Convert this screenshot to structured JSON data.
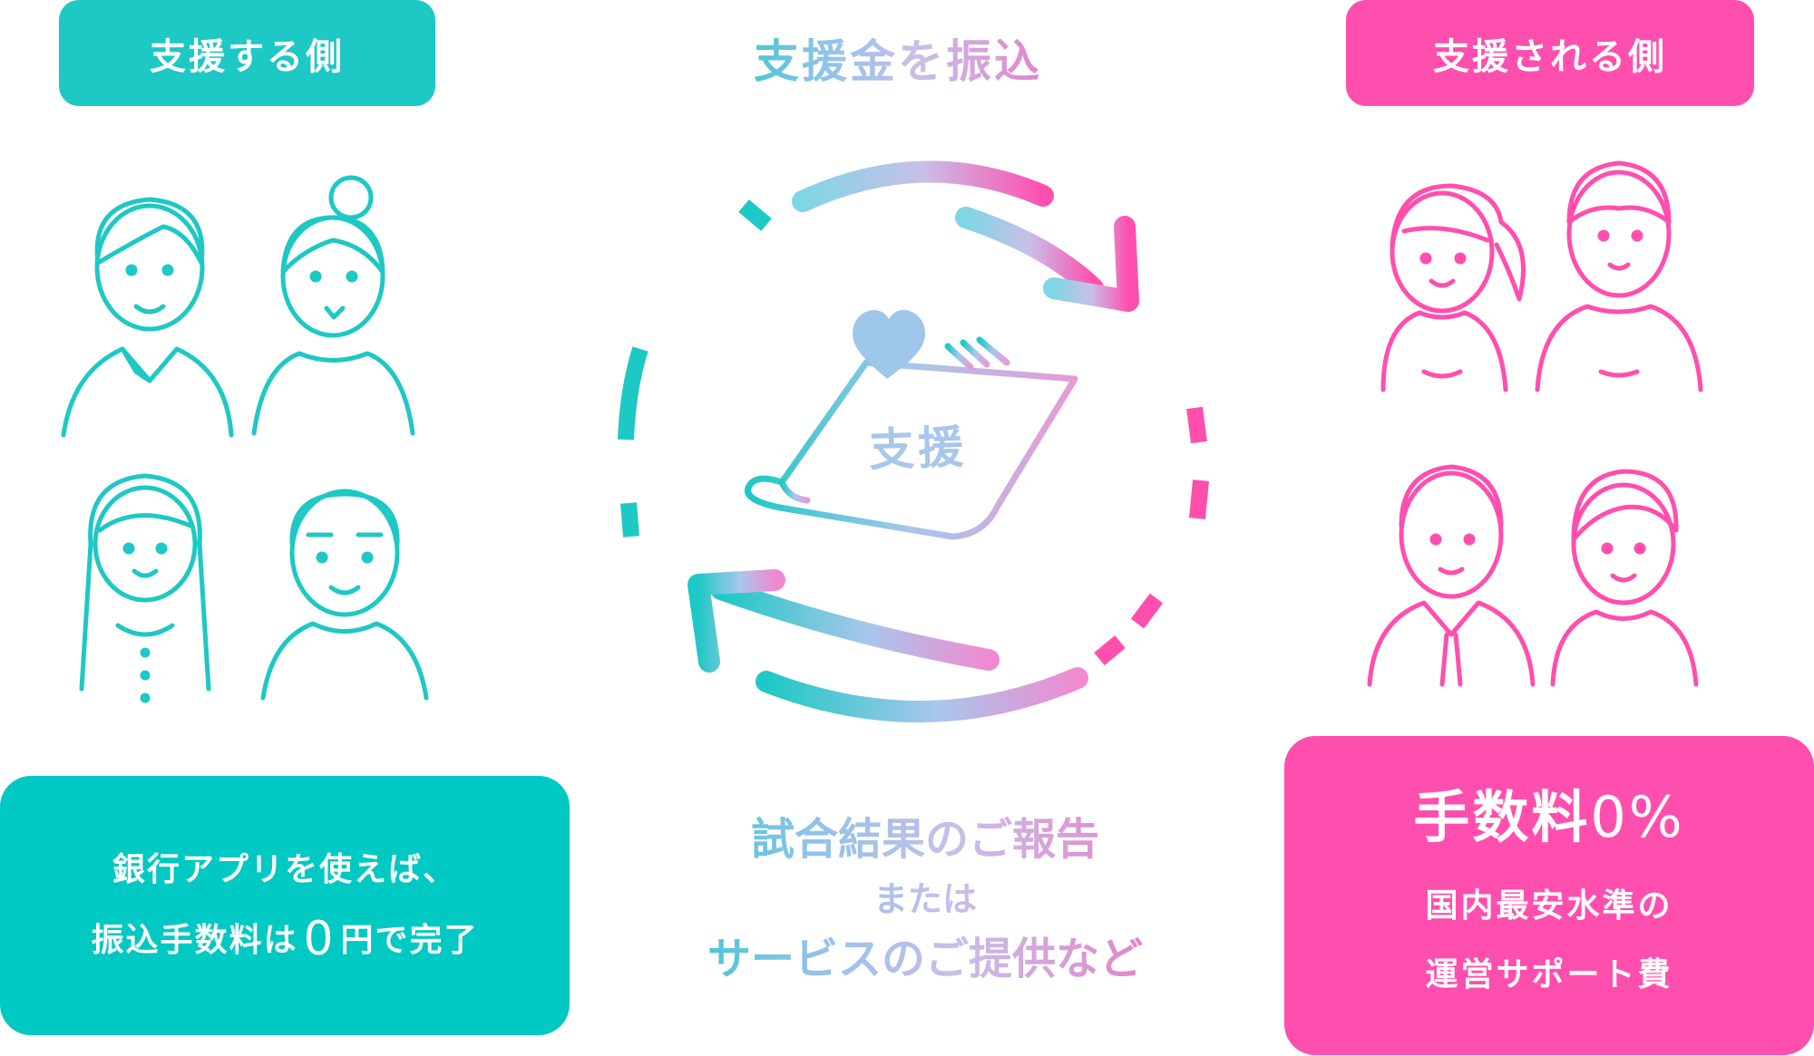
{
  "left": {
    "title": "支援する側",
    "box": {
      "line1": "銀行アプリを使えば、",
      "line2a": "振込手数料は",
      "zero": "0",
      "line2b": "円で完了"
    }
  },
  "right": {
    "title": "支援される側",
    "box": {
      "fee_label": "手数料",
      "fee_value": "0%",
      "line1": "国内最安水準の",
      "line2": "運営サポート費"
    }
  },
  "center": {
    "top_label": "支援金を振込",
    "bottom": {
      "line1": "試合結果のご報告",
      "line2": "または",
      "line3": "サービスのご提供など"
    },
    "scroll_label": "支援"
  },
  "colors": {
    "teal": "#1ec8c4",
    "pink": "#ff4fae",
    "lavender": "#c8bfe8",
    "sky": "#8ec3ea"
  },
  "icons": {
    "heart": "heart-icon",
    "scroll": "scroll-icon"
  }
}
